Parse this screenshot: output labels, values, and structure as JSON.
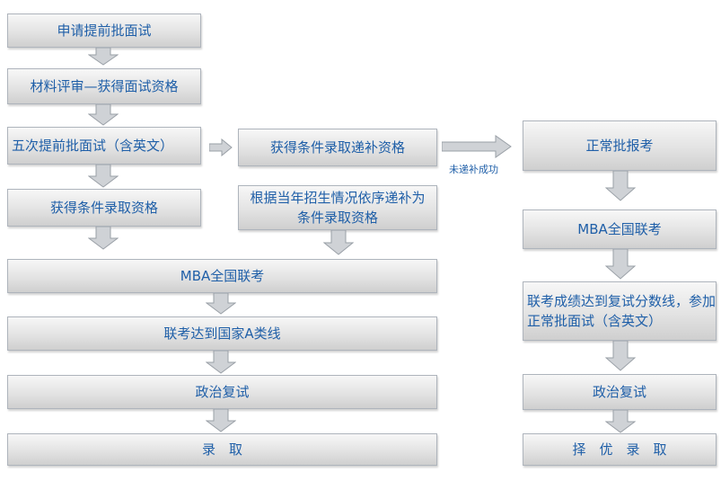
{
  "colors": {
    "text": "#1f5fa8",
    "box_border": "#aeb4bc",
    "box_top": "#f7f7f7",
    "box_bottom": "#cfcfcf",
    "arrow_fill": "#cfd2d6",
    "arrow_stroke": "#9aa0a7"
  },
  "left": {
    "apply": "申请提前批面试",
    "review": "材料评审—获得面试资格",
    "interview": "五次提前批面试（含英文）",
    "conditional": "获得条件录取资格",
    "exam": "MBA全国联考",
    "line_a": "联考达到国家A类线",
    "politics": "政治复试",
    "admit": "录　取"
  },
  "middle": {
    "supplement": "获得条件录取递补资格",
    "order_supplement": "根据当年招生情况依序递补为条件录取资格"
  },
  "right": {
    "fail_label": "未递补成功",
    "normal_apply": "正常批报考",
    "exam": "MBA全国联考",
    "retest": "联考成绩达到复试分数线，参加正常批面试（含英文）",
    "politics": "政治复试",
    "select": "择　优　录　取"
  }
}
